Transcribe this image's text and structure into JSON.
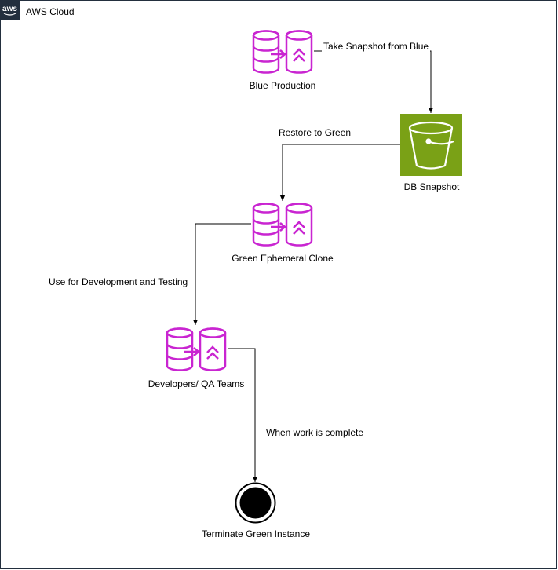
{
  "group": {
    "label": "AWS Cloud",
    "logo_text": "aws",
    "border_color": "#232F3E"
  },
  "nodes": {
    "blue_production": {
      "label": "Blue Production",
      "icon": "rds-clone-icon"
    },
    "db_snapshot": {
      "label": "DB Snapshot",
      "icon": "s3-bucket-icon"
    },
    "green_clone": {
      "label": "Green Ephemeral Clone",
      "icon": "rds-clone-icon"
    },
    "developers": {
      "label": "Developers/ QA Teams",
      "icon": "rds-clone-icon"
    },
    "terminate": {
      "label": "Terminate Green Instance",
      "icon": "end-state-icon"
    }
  },
  "edges": {
    "take_snapshot": "Take Snapshot from Blue",
    "restore_green": "Restore to Green",
    "use_dev": "Use for Development and Testing",
    "work_complete": "When work is complete"
  },
  "colors": {
    "rds_icon": "#C925D1",
    "s3_fill": "#7AA116",
    "edge": "#000000"
  }
}
